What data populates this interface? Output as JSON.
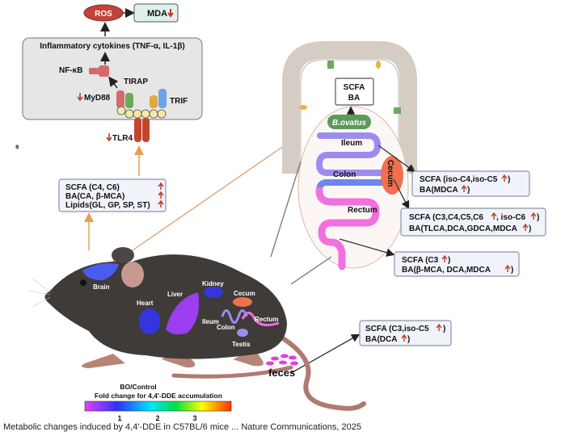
{
  "pathway": {
    "ros": "ROS",
    "mda": "MDA",
    "cytokines_title": "Inflammatory cytokines (TNF-α, IL-1β)",
    "nfkb": "NF-κB",
    "tirap": "TIRAP",
    "myd88": "MyD88",
    "trif": "TRIF",
    "tlr4": "TLR4",
    "stray_mark": "s"
  },
  "brain_box": {
    "lines": [
      "SCFA (C4, C6)",
      "BA(CA, β-MCA)",
      "Lipids(GL, GP, SP, ST)"
    ]
  },
  "intestine": {
    "box": [
      "SCFA",
      "BA"
    ],
    "bacteria": "B.ovatus",
    "ileum": "Ileum",
    "colon": "Colon",
    "cecum": "Cecum",
    "rectum": "Rectum"
  },
  "result_boxes": [
    {
      "lines": [
        "SCFA (iso-C4,iso-C5",
        "BA(MDCA"
      ],
      "suffix": [
        ")",
        ")"
      ]
    },
    {
      "lines": [
        "SCFA (C3,C4,C5,C6",
        "BA(TLCA,DCA,GDCA,MDCA"
      ],
      "mid": ", iso-C6",
      "suffix": [
        ")",
        ")"
      ]
    },
    {
      "lines": [
        "SCFA (C3",
        "BA(β-MCA, DCA,MDCA"
      ],
      "suffix": [
        ")",
        ")"
      ]
    },
    {
      "lines": [
        "SCFA (C3,iso-C5",
        "BA(DCA"
      ],
      "suffix": [
        ")",
        ")"
      ]
    }
  ],
  "mouse": {
    "organs": [
      "Brain",
      "Heart",
      "Liver",
      "Kidney",
      "Cecum",
      "Ileum",
      "Colon",
      "Rectum",
      "Testis"
    ],
    "feces": "feces"
  },
  "colorbar": {
    "title": "BO/Control",
    "subtitle": "Fold change for 4,4'-DDE accumulation",
    "ticks": [
      "1",
      "2",
      "3"
    ],
    "colors": [
      "#e040fb",
      "#3030ff",
      "#00e5ff",
      "#00e040",
      "#ffff00",
      "#ff3000"
    ]
  },
  "caption": "Metabolic changes induced by 4,4'-DDE in C57BL/6 mice ... Nature Communications, 2025",
  "colors": {
    "up_arrow": "#c0392b",
    "down_arrow": "#c0392b",
    "orange_line": "#e8a050",
    "mouse_body": "#3f3b38"
  }
}
